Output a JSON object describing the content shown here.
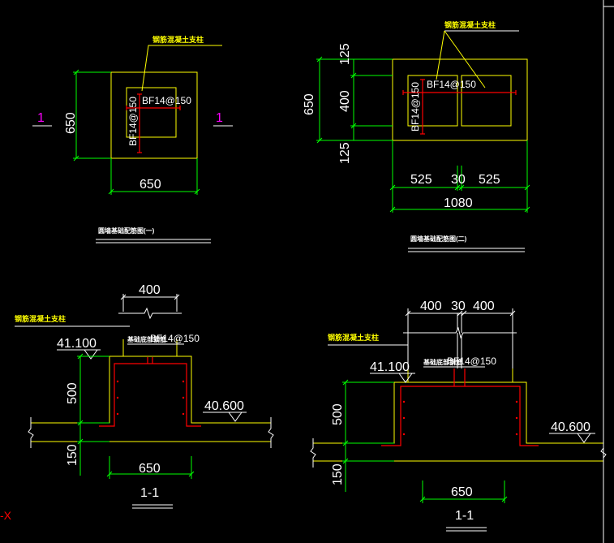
{
  "colors": {
    "background": "#000000",
    "concrete_outline": "#ffff00",
    "dimension": "#00ff00",
    "rebar": "#ff0000",
    "section_mark": "#ff00ff",
    "text": "#ffffff",
    "leader": "#ffff00",
    "frame": "#ffffff"
  },
  "plan1": {
    "leader_label": "钢筋混凝土支柱",
    "rebar_h": "BF14@150",
    "rebar_v": "BF14@150",
    "dim_height": "650",
    "dim_width": "650",
    "section_left": "1",
    "section_right": "1",
    "caption": "圆墙基础配筋图(一)"
  },
  "plan2": {
    "leader_label": "钢筋混凝土支柱",
    "rebar_h": "BF14@150",
    "rebar_v": "BF14@150",
    "dim_total_height": "650",
    "dim_top": "125",
    "dim_mid": "400",
    "dim_bottom": "125",
    "dim_left": "525",
    "dim_gap": "30",
    "dim_right": "525",
    "dim_total_width": "1080",
    "caption": "圆墙基础配筋图(二)"
  },
  "section1": {
    "dim_top": "400",
    "leader_label": "钢筋混凝土支柱",
    "rebar_label": "基础底部钢筋",
    "rebar": "BF14@150",
    "elev_top": "41.100",
    "elev_bottom": "40.600",
    "dim_500": "500",
    "dim_150": "150",
    "dim_650": "650",
    "title": "1-1"
  },
  "section2": {
    "dim_left": "400",
    "dim_gap": "30",
    "dim_right": "400",
    "leader_label": "钢筋混凝土支柱",
    "rebar_label": "基础底部钢筋",
    "rebar": "BF14@150",
    "elev_top": "41.100",
    "elev_bottom": "40.600",
    "dim_500": "500",
    "dim_150": "150",
    "dim_650": "650",
    "title": "1-1"
  },
  "ucs": {
    "axis_label": "-X"
  }
}
